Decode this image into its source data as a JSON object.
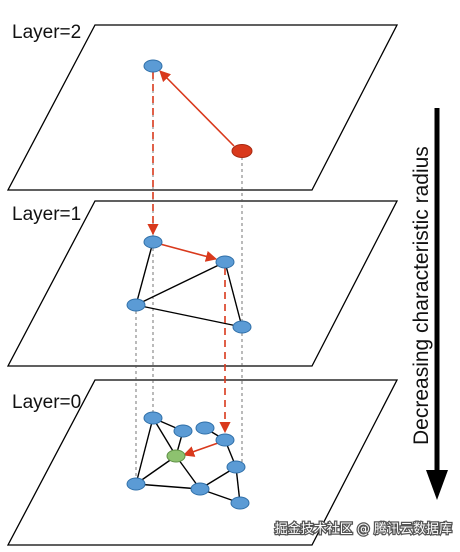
{
  "layers": [
    {
      "label": "Layer=2"
    },
    {
      "label": "Layer=1"
    },
    {
      "label": "Layer=0"
    }
  ],
  "axis_label": "Decreasing characteristic radius",
  "watermark": "掘金技术社区 @ 腾讯云数据库",
  "colors": {
    "node": "#5b9bd5",
    "node_stroke": "#2f6fa8",
    "entry_node": "#d9391c",
    "target_node": "#8dc26f",
    "search_arrow": "#d9391c",
    "plane_stroke": "#000000"
  }
}
